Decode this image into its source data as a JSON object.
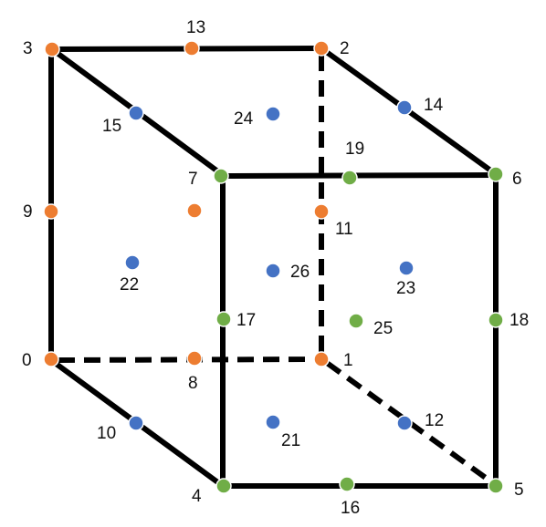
{
  "colors": {
    "edge": "#000000",
    "orange": "#ED7D31",
    "blue": "#4472C4",
    "green": "#70AD47"
  },
  "labels": {
    "n0": "0",
    "n1": "1",
    "n2": "2",
    "n3": "3",
    "n4": "4",
    "n5": "5",
    "n6": "6",
    "n7": "7",
    "n8": "8",
    "n9": "9",
    "n10": "10",
    "n11": "11",
    "n12": "12",
    "n13": "13",
    "n14": "14",
    "n15": "15",
    "n16": "16",
    "n17": "17",
    "n18": "18",
    "n19": "19",
    "n21": "21",
    "n22": "22",
    "n23": "23",
    "n24": "24",
    "n25": "25",
    "n26": "26"
  }
}
